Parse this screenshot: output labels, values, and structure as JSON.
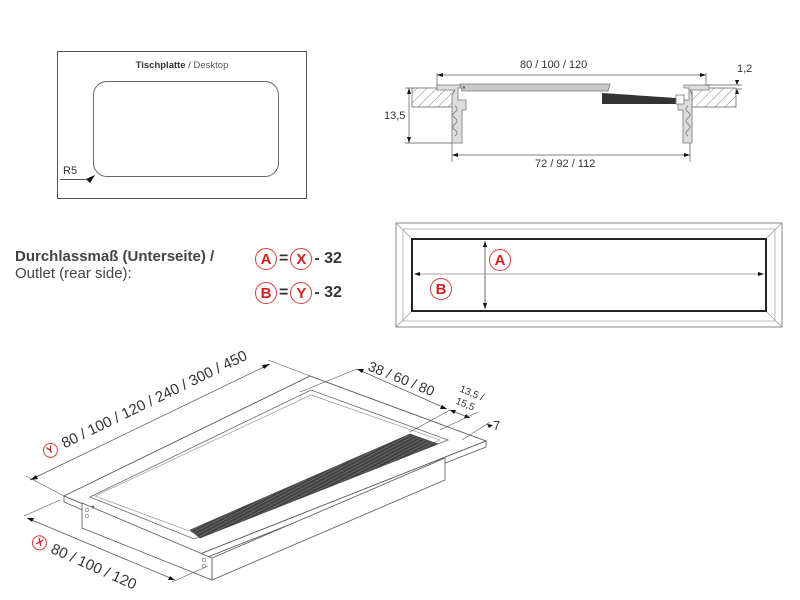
{
  "top_view": {
    "title_bold": "Tischplatte",
    "title_sep": " / ",
    "title_normal": "Desktop",
    "radius_label": "R5"
  },
  "cross_section": {
    "top_width": "80 / 100 / 120",
    "bottom_width": "72 / 92 / 112",
    "height": "13,5",
    "lip_thickness": "1,2"
  },
  "outlet": {
    "label_de": "Durchlassmaß (Unterseite) /",
    "label_en": "Outlet (rear side):",
    "formula_a": {
      "lhs": "A",
      "eq": "=",
      "rhs": "X",
      "op": "- 32"
    },
    "formula_b": {
      "lhs": "B",
      "eq": "=",
      "rhs": "Y",
      "op": "- 32"
    },
    "marker_a": "A",
    "marker_b": "B",
    "accent_color": "#d42020"
  },
  "iso_view": {
    "y_marker": "Y",
    "y_dimension": "80 / 100 / 120 / 240 / 300 / 450",
    "x_marker": "X",
    "x_dimension": "80 / 100 / 120",
    "brush_width": "38 / 60 / 80",
    "rim_width_1": "13,5 /",
    "rim_width_2": "15,5",
    "rim_height": "7"
  }
}
